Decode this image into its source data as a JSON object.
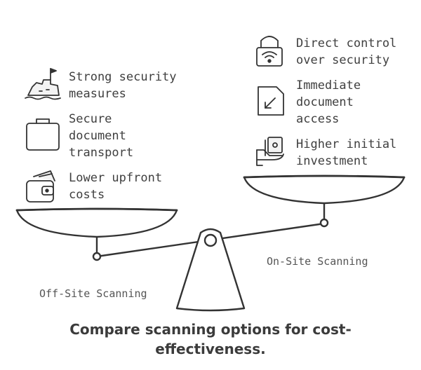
{
  "left_side": {
    "label": "Off-Site Scanning",
    "items": [
      {
        "text": "Strong security\nmeasures",
        "icon": "fortress-icon"
      },
      {
        "text": "Secure\ndocument\ntransport",
        "icon": "briefcase-icon"
      },
      {
        "text": "Lower upfront\ncosts",
        "icon": "wallet-icon"
      }
    ]
  },
  "right_side": {
    "label": "On-Site Scanning",
    "items": [
      {
        "text": "Direct control\nover security",
        "icon": "padlock-wifi-icon"
      },
      {
        "text": "Immediate\ndocument\naccess",
        "icon": "document-arrow-icon"
      },
      {
        "text": "Higher initial\ninvestment",
        "icon": "money-hand-icon"
      }
    ]
  },
  "caption": "Compare scanning options for cost-effectiveness."
}
